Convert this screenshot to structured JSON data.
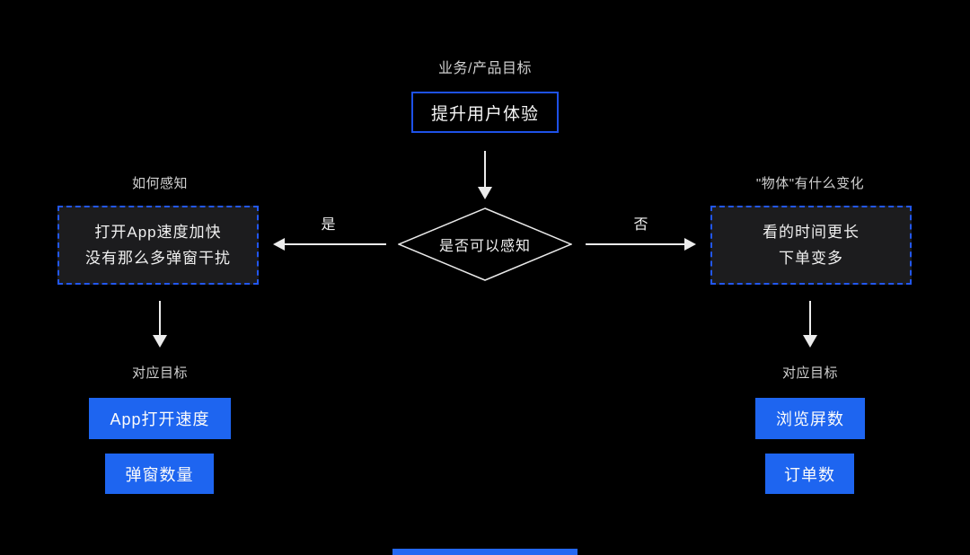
{
  "colors": {
    "background": "#000000",
    "box_border_blue": "#1e51e8",
    "dashed_border_blue": "#2257f0",
    "button_blue": "#1e65f0",
    "arrow_white": "#ececec",
    "label_gray": "#cfcfcf"
  },
  "top": {
    "label": "业务/产品目标",
    "goal": "提升用户体验"
  },
  "decision": {
    "text": "是否可以感知",
    "yes_label": "是",
    "no_label": "否"
  },
  "left_branch": {
    "label": "如何感知",
    "lines": [
      "打开App速度加快",
      "没有那么多弹窗干扰"
    ],
    "target_label": "对应目标",
    "metrics": [
      "App打开速度",
      "弹窗数量"
    ]
  },
  "right_branch": {
    "label": "\"物体\"有什么变化",
    "lines": [
      "看的时间更长",
      "下单变多"
    ],
    "target_label": "对应目标",
    "metrics": [
      "浏览屏数",
      "订单数"
    ]
  }
}
